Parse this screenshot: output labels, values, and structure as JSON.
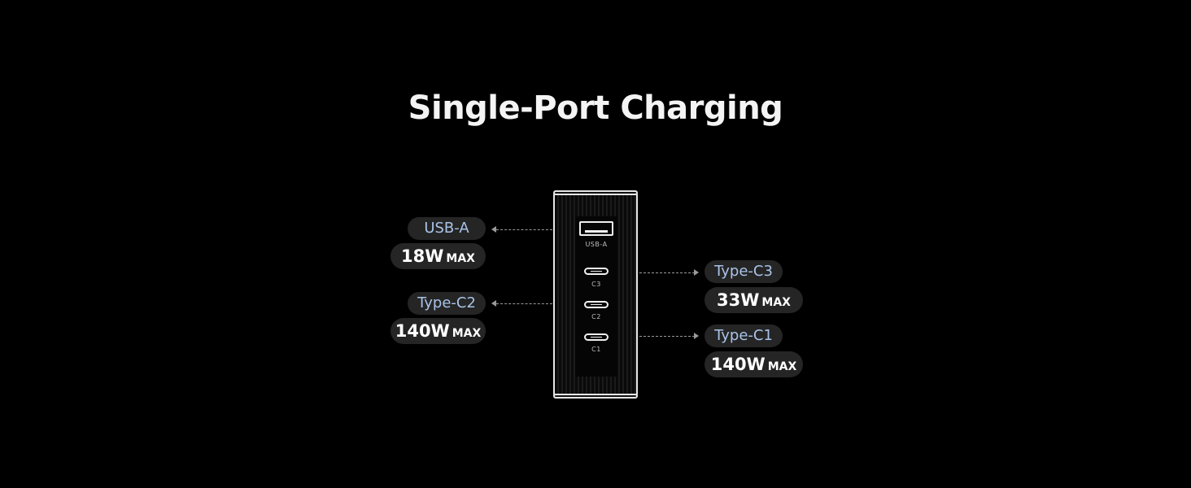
{
  "title": "Single-Port Charging",
  "device": {
    "ports": [
      {
        "id": "usb-a",
        "label": "USB-A"
      },
      {
        "id": "c3",
        "label": "C3"
      },
      {
        "id": "c2",
        "label": "C2"
      },
      {
        "id": "c1",
        "label": "C1"
      }
    ]
  },
  "callouts": {
    "usb_a": {
      "name": "USB-A",
      "watt": "18W",
      "max": "MAX"
    },
    "type_c2": {
      "name": "Type-C2",
      "watt": "140W",
      "max": "MAX"
    },
    "type_c3": {
      "name": "Type-C3",
      "watt": "33W",
      "max": "MAX"
    },
    "type_c1": {
      "name": "Type-C1",
      "watt": "140W",
      "max": "MAX"
    }
  },
  "colors": {
    "background": "#000000",
    "pill": "#252525",
    "port_name": "#a9c3e8",
    "text": "#ffffff"
  }
}
